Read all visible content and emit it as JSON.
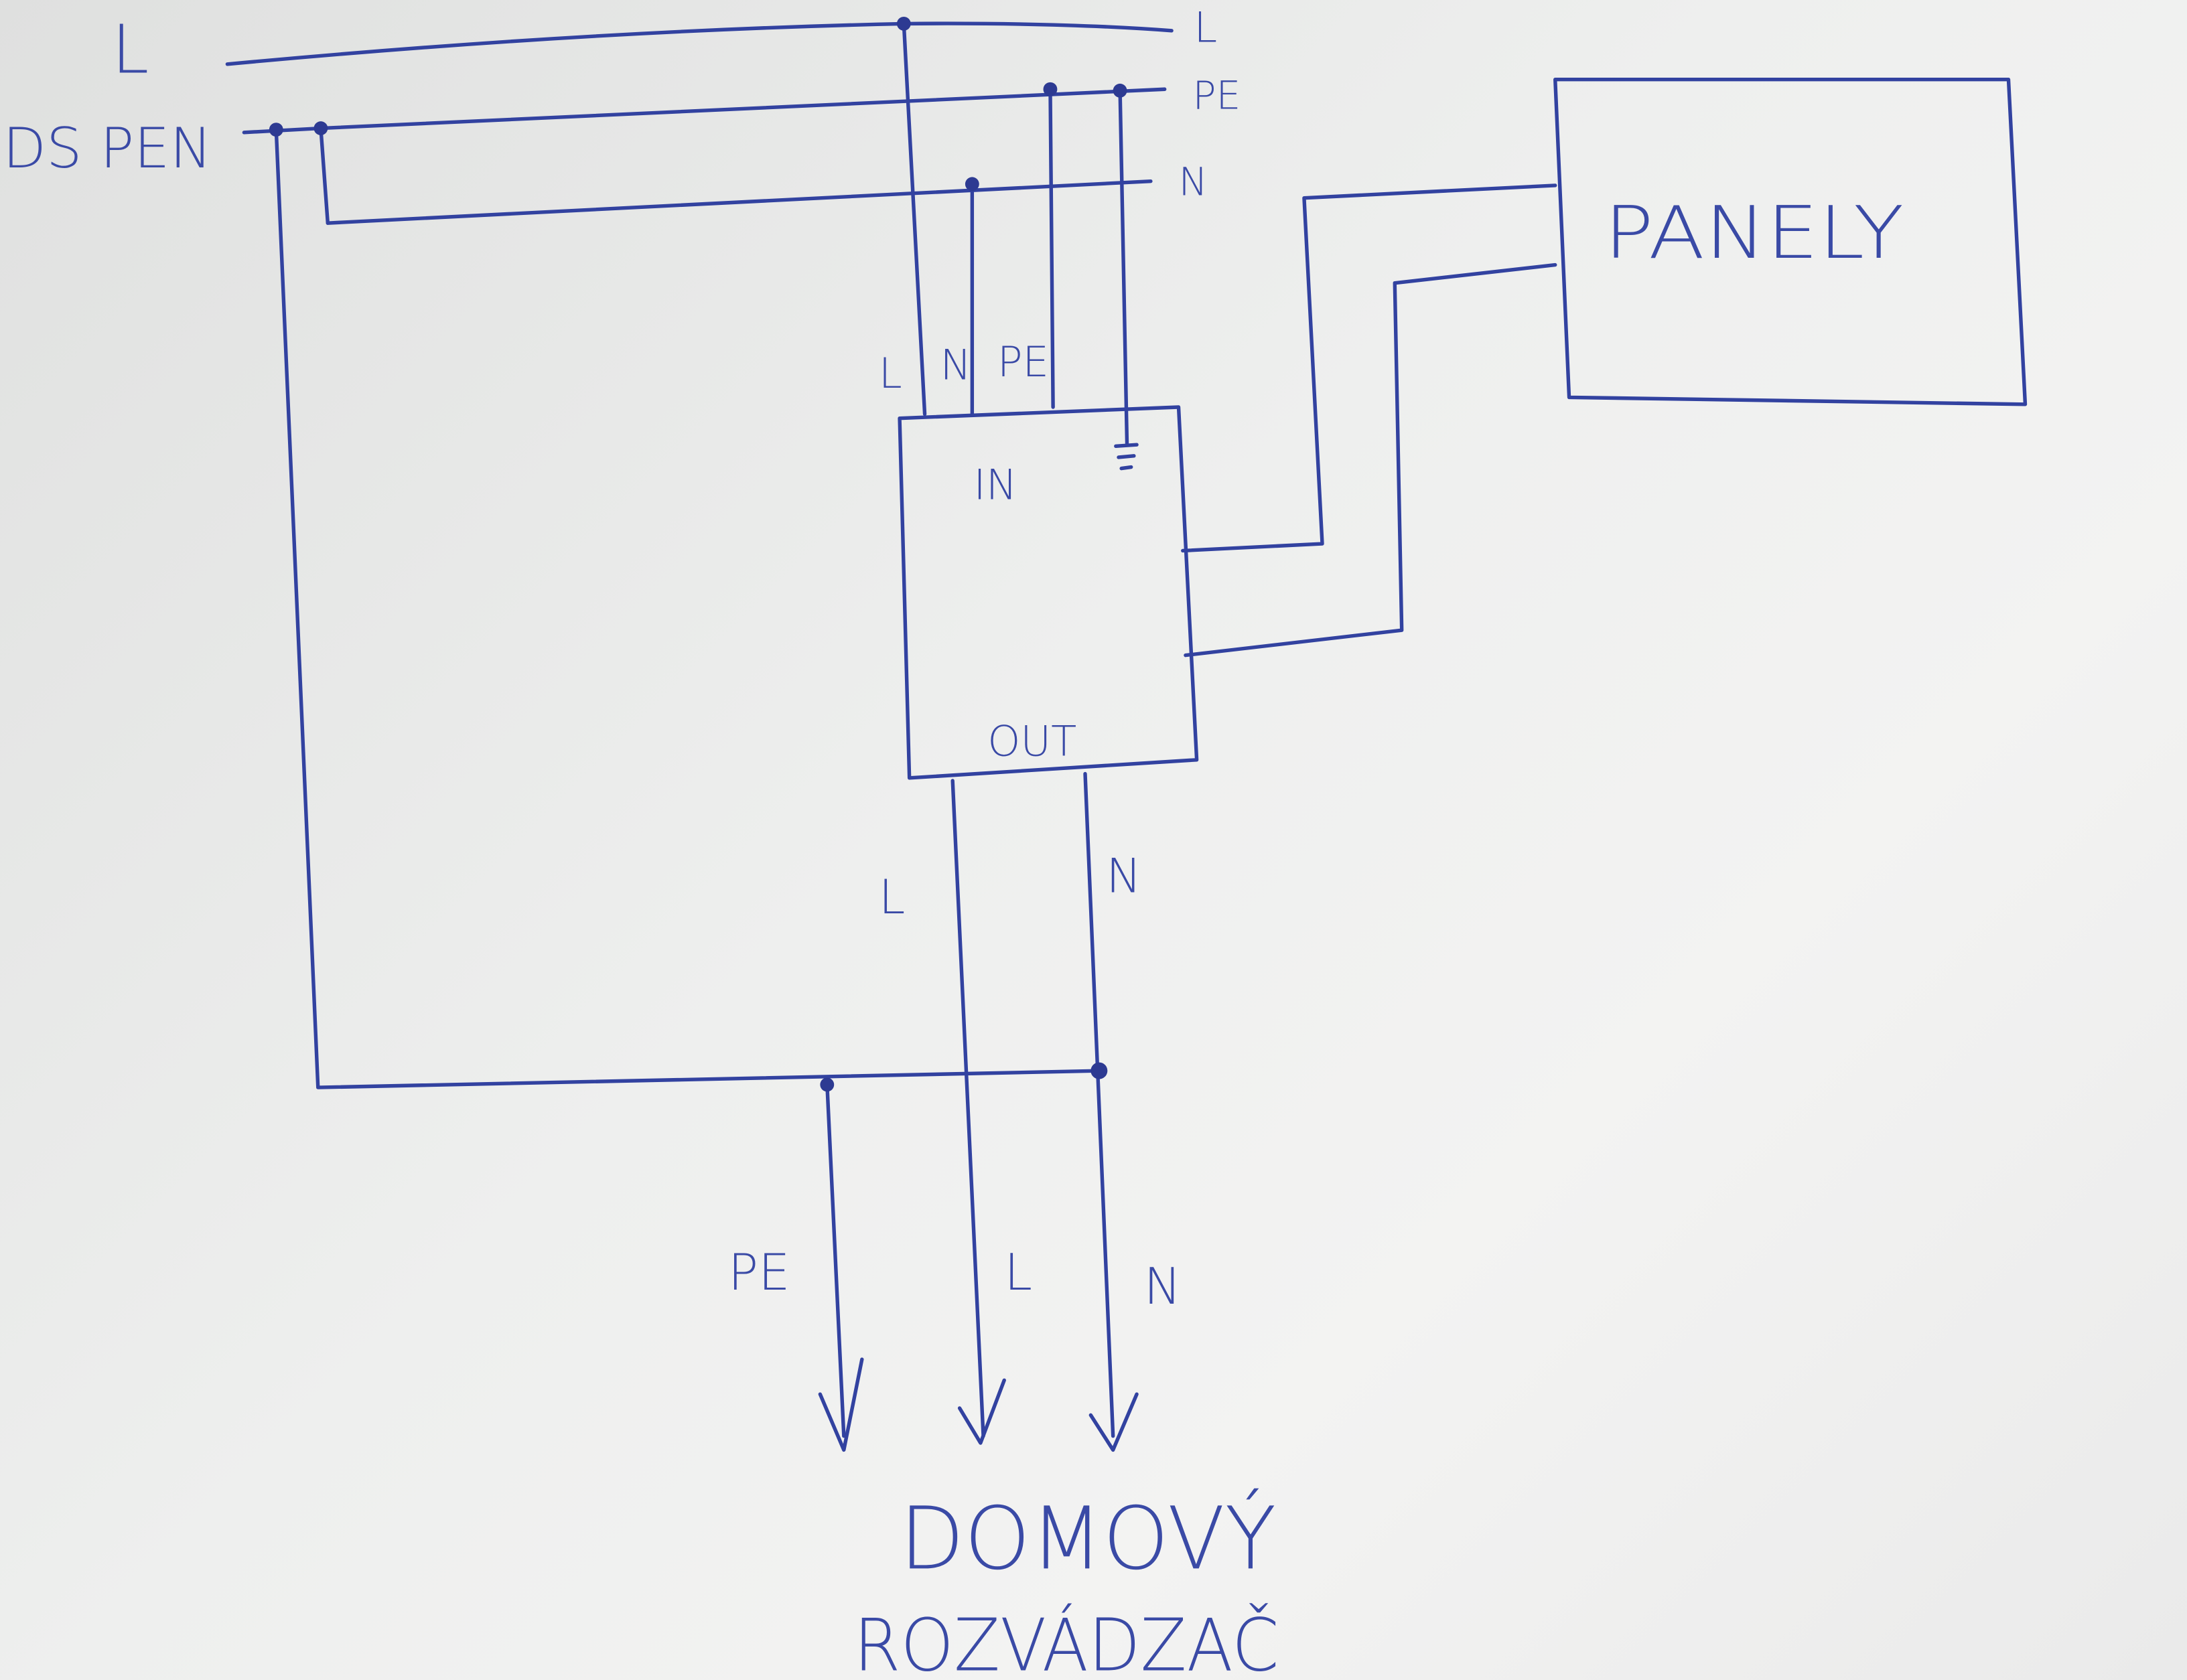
{
  "source_labels": {
    "line_l": "L",
    "line_pen": "DS PEN"
  },
  "bus_labels": {
    "l": "L",
    "pe": "PE",
    "n": "N"
  },
  "inverter": {
    "input_labels": [
      "L",
      "N",
      "PE"
    ],
    "in_label": "IN",
    "out_label": "OUT",
    "ground_symbol": "ground-icon"
  },
  "output_wire_labels": {
    "l": "L",
    "n": "N"
  },
  "panels": {
    "label": "PANELY"
  },
  "feed_labels": {
    "pe": "PE",
    "l": "L",
    "n": "N"
  },
  "destination": {
    "line1": "DOMOVÝ",
    "line2": "ROZVÁDZAČ"
  },
  "colors": {
    "ink": "#3242a0",
    "paper": "#ececeb"
  }
}
